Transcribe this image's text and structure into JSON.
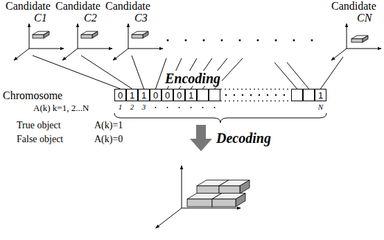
{
  "diagram": {
    "nodes": [
      {
        "text": [
          "0"
        ]
      },
      {
        "text": [
          "1"
        ]
      },
      {
        "text": [
          "1"
        ]
      },
      {
        "text": [
          "0"
        ]
      },
      {
        "text": [
          "0"
        ]
      },
      {
        "text": [
          "0"
        ]
      },
      {
        "text": [
          "1"
        ]
      },
      {
        "text": [
          "1"
        ]
      }
    ],
    "labels": [
      "Candidate",
      "C1",
      "Candidate",
      "C2",
      "Candidate",
      "C3",
      "Candidate",
      "CN",
      "Encoding",
      "Chromosome",
      "A(k) k=1, 2...N",
      "1",
      "2",
      "3",
      "N",
      "True object",
      "A(k)=1",
      "False object",
      "A(k)=0",
      "Decoding"
    ]
  }
}
